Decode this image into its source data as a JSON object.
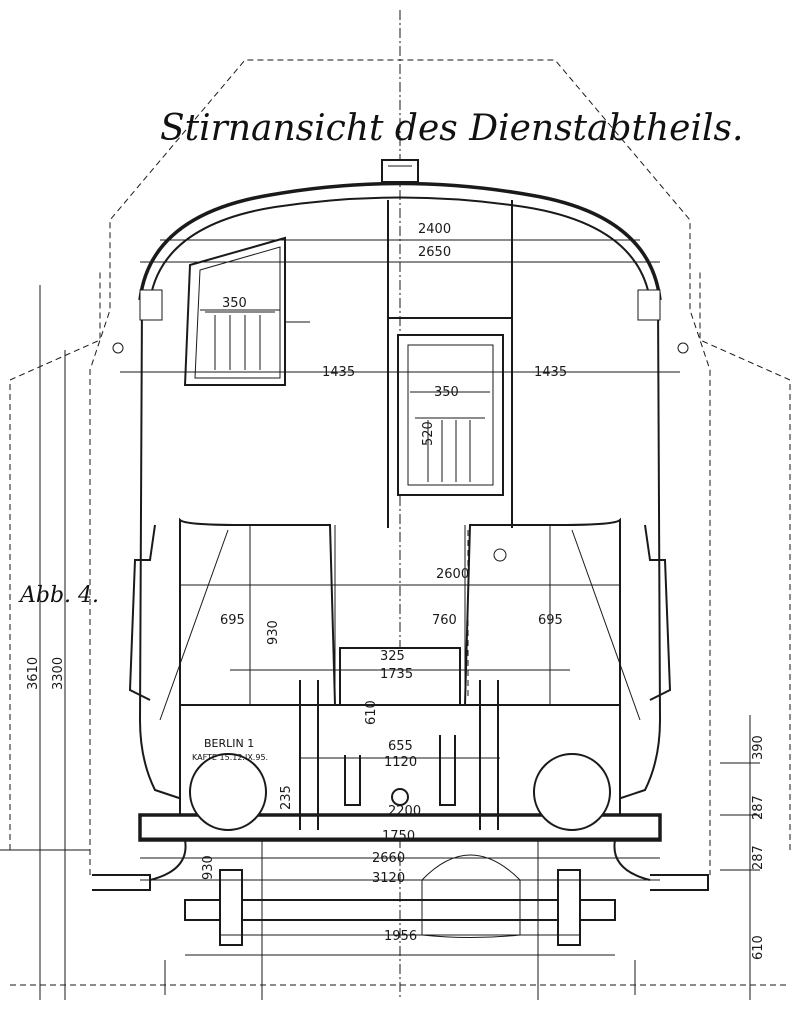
{
  "title": "Stirnansicht des Dienstabtheils.",
  "figure_label": "Abb. 4.",
  "plate": {
    "line1": "BERLIN 1",
    "line2": "KAFTE 15.12.IX.95."
  },
  "dimensions": {
    "d2400": "2400",
    "d2650": "2650",
    "d350a": "350",
    "d1435l": "1435",
    "d1435r": "1435",
    "d350b": "350",
    "d520": "520",
    "d2600": "2600",
    "d695l": "695",
    "d930a": "930",
    "d760": "760",
    "d695r": "695",
    "d325": "325",
    "d1735": "1735",
    "d610a": "610",
    "d655": "655",
    "d1120": "1120",
    "d235": "235",
    "d2200": "2200",
    "d1750": "1750",
    "d2660": "2660",
    "d3120": "3120",
    "d930b": "930",
    "d1956": "1956",
    "d3610": "3610",
    "d3300": "3300",
    "d390": "390",
    "d287a": "287",
    "d287b": "287",
    "d610b": "610"
  }
}
